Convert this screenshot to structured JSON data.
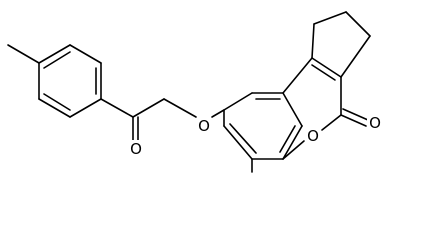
{
  "atoms": {
    "ether_oxygen": "O",
    "ketone_oxygen": "O",
    "ring_oxygen": "O",
    "lactone_oxygen": "O"
  },
  "colors": {
    "bond": "#000000",
    "background": "#ffffff"
  }
}
